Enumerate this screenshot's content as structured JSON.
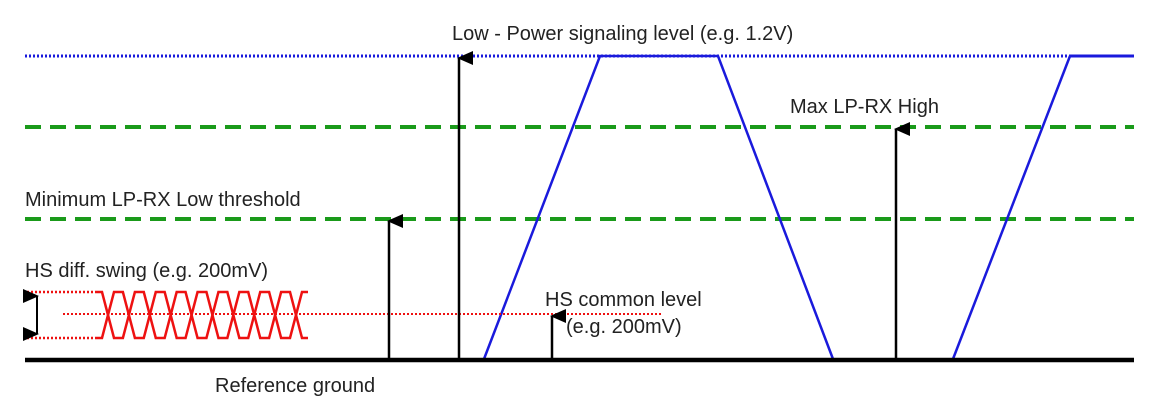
{
  "labels": {
    "lp_level": "Low - Power signaling level (e.g. 1.2V)",
    "max_lprx_high": "Max LP-RX High",
    "min_lprx_low": "Minimum LP-RX Low threshold",
    "hs_diff_swing": "HS diff. swing (e.g. 200mV)",
    "hs_common_level": "HS common level",
    "hs_common_example": "(e.g. 200mV)",
    "reference_ground": "Reference ground"
  },
  "colors": {
    "lp_signal": "#1a1adc",
    "threshold": "#1a9a1a",
    "hs_signal": "#ee1111",
    "ground": "#000000"
  },
  "hs_eye_crossings": 10
}
